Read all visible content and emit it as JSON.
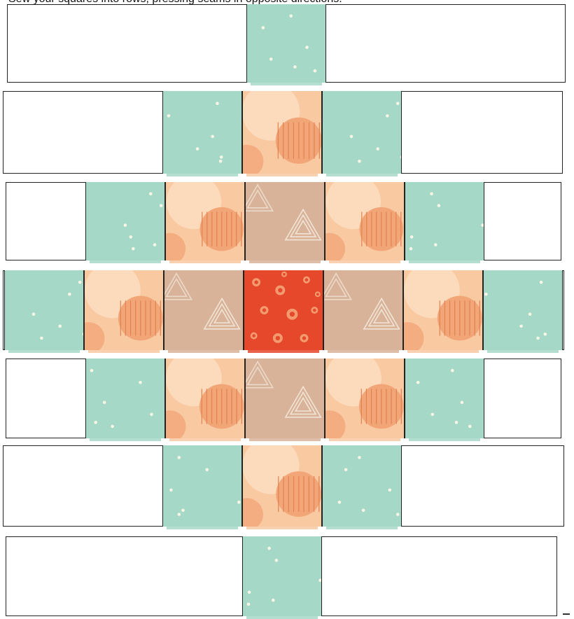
{
  "diagram": {
    "caption": "Sew your squares into rows, pressing seams in opposite directions.",
    "layout": "diamond",
    "rows": [
      {
        "row": 1,
        "tiles": [
          "aqua"
        ]
      },
      {
        "row": 2,
        "tiles": [
          "aqua",
          "peach",
          "aqua"
        ]
      },
      {
        "row": 3,
        "tiles": [
          "aqua",
          "peach",
          "tan",
          "peach",
          "aqua"
        ]
      },
      {
        "row": 4,
        "tiles": [
          "aqua",
          "peach",
          "tan",
          "red",
          "tan",
          "peach",
          "aqua"
        ]
      },
      {
        "row": 5,
        "tiles": [
          "aqua",
          "peach",
          "tan",
          "peach",
          "aqua"
        ]
      },
      {
        "row": 6,
        "tiles": [
          "aqua",
          "peach",
          "aqua"
        ]
      },
      {
        "row": 7,
        "tiles": [
          "aqua"
        ]
      }
    ],
    "fabrics": {
      "aqua": {
        "name": "aqua dot print",
        "color": "#a6d8c8"
      },
      "peach": {
        "name": "peach circle print",
        "color": "#f9c9a2"
      },
      "tan": {
        "name": "tan triangle print",
        "color": "#d8b39a"
      },
      "red": {
        "name": "red dot print",
        "color": "#e5482a"
      }
    }
  }
}
